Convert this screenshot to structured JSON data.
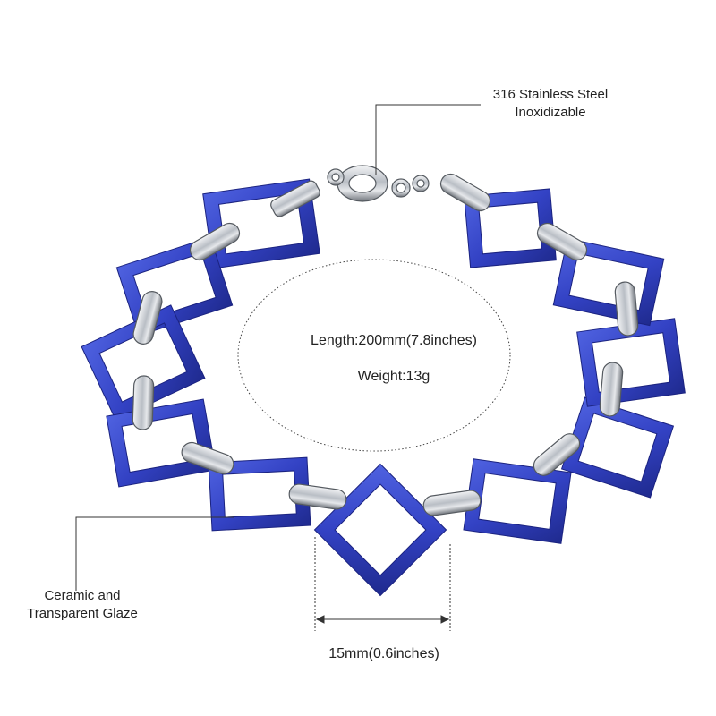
{
  "product": {
    "material_label_line1": "316 Stainless Steel",
    "material_label_line2": "Inoxidizable",
    "ceramic_label_line1": "Ceramic and",
    "ceramic_label_line2": "Transparent Glaze",
    "length_text": "Length:200mm(7.8inches)",
    "weight_text": "Weight:13g",
    "width_text": "15mm(0.6inches)"
  },
  "colors": {
    "ceramic_blue": "#3340c0",
    "steel": "#c8ccd2",
    "background": "#ffffff",
    "line": "#333333"
  }
}
